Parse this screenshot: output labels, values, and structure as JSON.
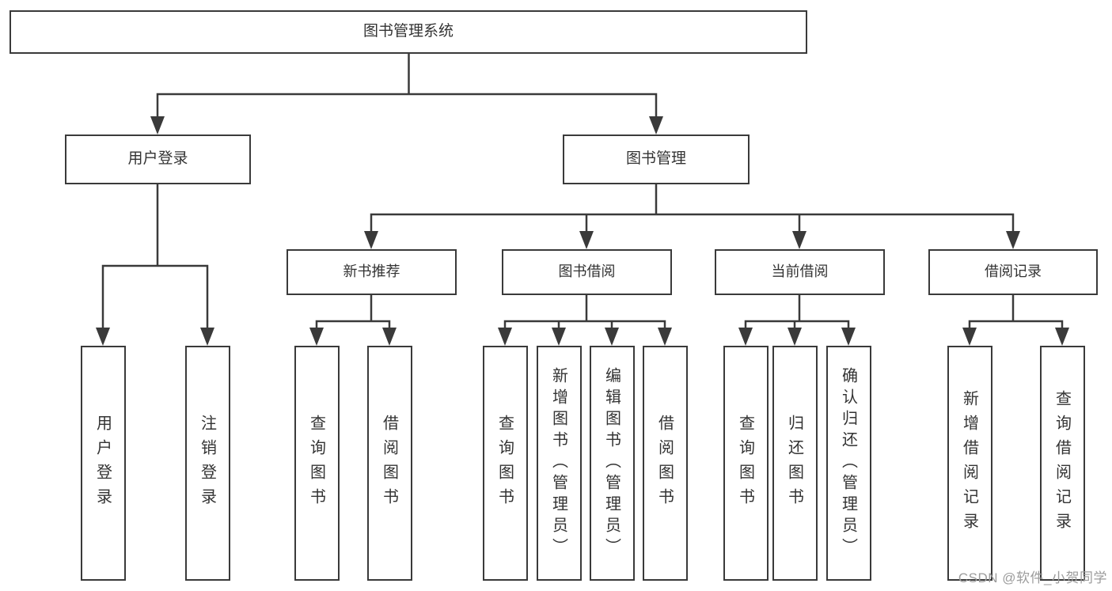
{
  "diagram": {
    "root": "图书管理系统",
    "level1": {
      "user_login": "用户登录",
      "book_mgmt": "图书管理"
    },
    "level2": {
      "new_book": "新书推荐",
      "book_borrow": "图书借阅",
      "current_borrow": "当前借阅",
      "borrow_record": "借阅记录"
    },
    "leaves": {
      "login_login": "用户登录",
      "login_logout": "注销登录",
      "newbook_query": "查询图书",
      "newbook_borrow": "借阅图书",
      "borrow_query": "查询图书",
      "borrow_add": "新增图书（管理员）",
      "borrow_edit": "编辑图书（管理员）",
      "borrow_borrow": "借阅图书",
      "current_query": "查询图书",
      "current_return": "归还图书",
      "current_confirm": "确认归还（管理员）",
      "record_add": "新增借阅记录",
      "record_query": "查询借阅记录"
    }
  },
  "watermark": "CSDN @软件_小贺同学",
  "colors": {
    "line": "#3a3a3a",
    "box_border": "#3a3a3a",
    "text": "#333333",
    "background": "#ffffff",
    "watermark": "#9c9c9c"
  }
}
